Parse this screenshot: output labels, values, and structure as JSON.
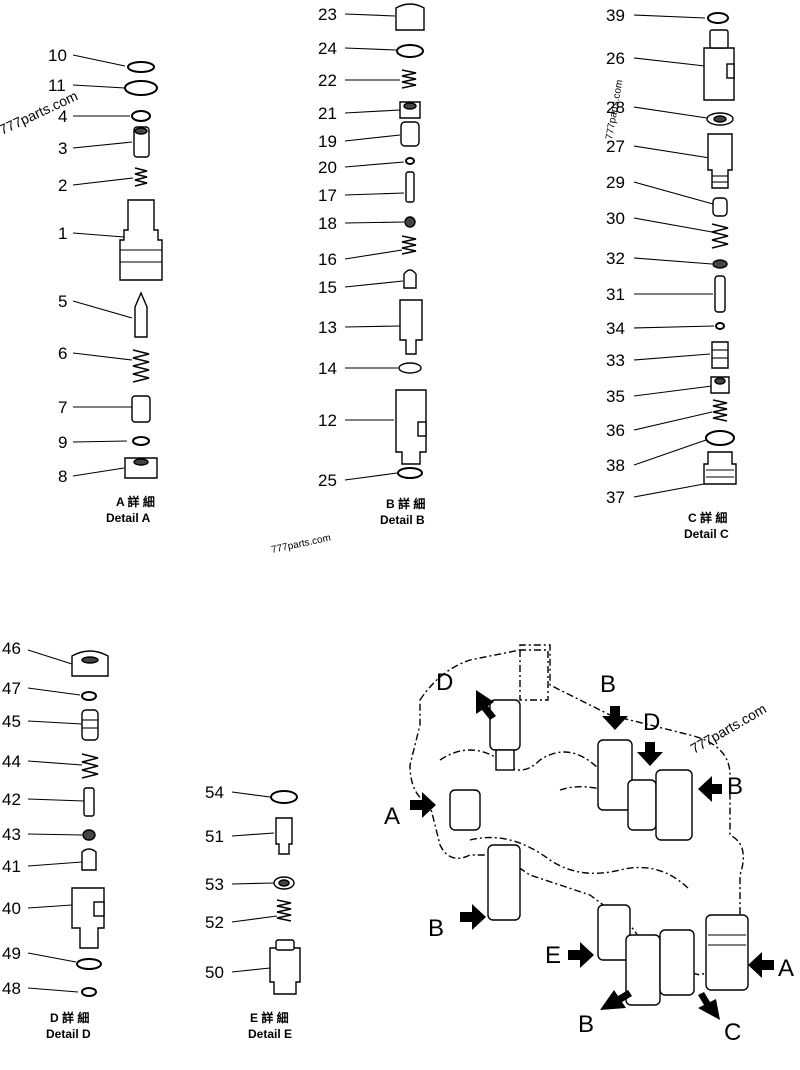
{
  "details": [
    {
      "key": "A",
      "caption_jp": "A 詳 細",
      "caption_en": "Detail A"
    },
    {
      "key": "B",
      "caption_jp": "B 詳 細",
      "caption_en": "Detail B"
    },
    {
      "key": "C",
      "caption_jp": "C 詳 細",
      "caption_en": "Detail C"
    },
    {
      "key": "D",
      "caption_jp": "D 詳 細",
      "caption_en": "Detail D"
    },
    {
      "key": "E",
      "caption_jp": "E 詳 細",
      "caption_en": "Detail E"
    }
  ],
  "part_labels": {
    "A": [
      "10",
      "11",
      "4",
      "3",
      "2",
      "1",
      "5",
      "6",
      "7",
      "9",
      "8"
    ],
    "B": [
      "23",
      "24",
      "22",
      "21",
      "19",
      "20",
      "17",
      "18",
      "16",
      "15",
      "13",
      "14",
      "12",
      "25"
    ],
    "C": [
      "39",
      "26",
      "28",
      "27",
      "29",
      "30",
      "32",
      "31",
      "34",
      "33",
      "35",
      "36",
      "38",
      "37"
    ],
    "D": [
      "46",
      "47",
      "45",
      "44",
      "42",
      "43",
      "41",
      "40",
      "49",
      "48"
    ],
    "E": [
      "54",
      "51",
      "53",
      "52",
      "50"
    ]
  },
  "assembly_callouts": [
    "D",
    "B",
    "D",
    "B",
    "A",
    "B",
    "E",
    "A",
    "B",
    "C"
  ],
  "watermarks": [
    "777parts.com",
    "777parts.com",
    "777parts.com",
    "777parts.com"
  ]
}
